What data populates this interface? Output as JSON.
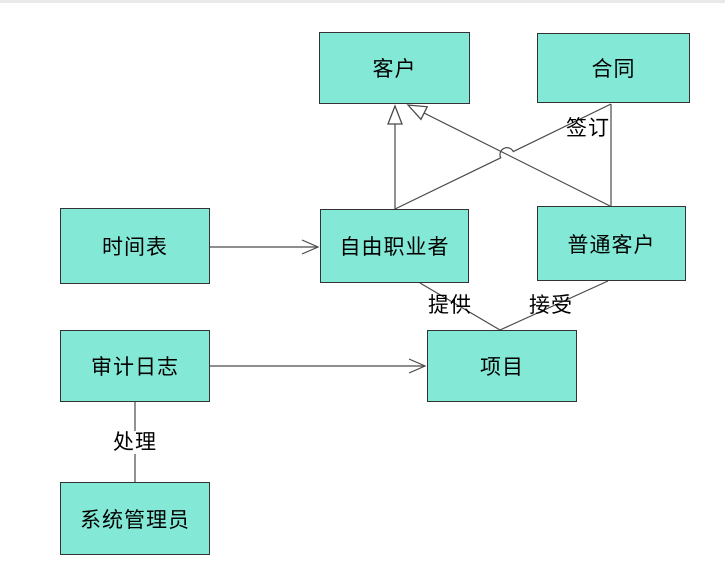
{
  "diagram": {
    "type": "uml-class-diagram",
    "colors": {
      "background": "#ffffff",
      "node_fill": "#83E9D6",
      "node_border": "#333333",
      "edge_line": "#4a4a4a",
      "label_text": "#000000"
    },
    "nodes": [
      {
        "id": "customer",
        "label": "客户"
      },
      {
        "id": "contract",
        "label": "合同"
      },
      {
        "id": "timesheet",
        "label": "时间表"
      },
      {
        "id": "freelancer",
        "label": "自由职业者"
      },
      {
        "id": "regular-customer",
        "label": "普通客户"
      },
      {
        "id": "audit-log",
        "label": "审计日志"
      },
      {
        "id": "project",
        "label": "项目"
      },
      {
        "id": "system-admin",
        "label": "系统管理员"
      }
    ],
    "edges": [
      {
        "from": "时间表",
        "to": "自由职业者",
        "style": "open-arrow",
        "label": ""
      },
      {
        "from": "审计日志",
        "to": "项目",
        "style": "open-arrow",
        "label": ""
      },
      {
        "from": "审计日志",
        "to": "系统管理员",
        "style": "plain",
        "label": "处理"
      },
      {
        "from": "自由职业者",
        "to": "客户",
        "style": "generalization",
        "label": ""
      },
      {
        "from": "普通客户",
        "to": "客户",
        "style": "generalization",
        "label": ""
      },
      {
        "from": "自由职业者",
        "to": "合同",
        "style": "plain",
        "label": ""
      },
      {
        "from": "合同",
        "to": "普通客户",
        "style": "plain",
        "label": "签订"
      },
      {
        "from": "自由职业者",
        "to": "项目",
        "style": "plain",
        "label": "提供"
      },
      {
        "from": "普通客户",
        "to": "项目",
        "style": "plain",
        "label": "接受"
      }
    ]
  }
}
